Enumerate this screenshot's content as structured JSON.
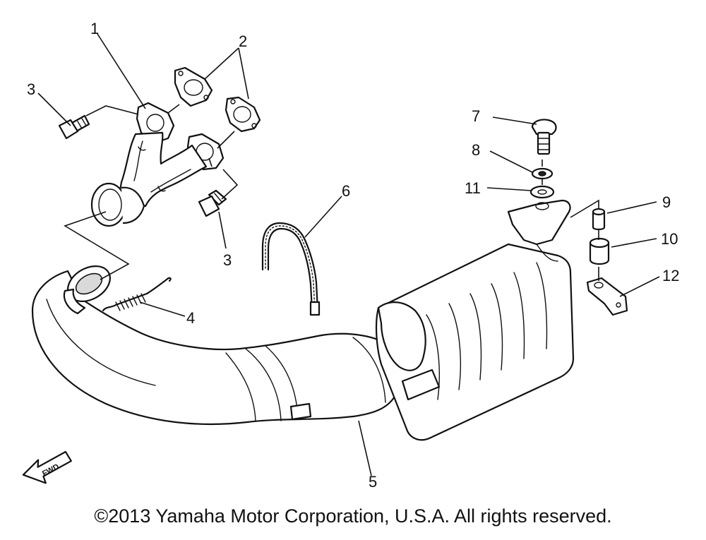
{
  "callouts": {
    "c1": "1",
    "c2": "2",
    "c3a": "3",
    "c3b": "3",
    "c4": "4",
    "c5": "5",
    "c6": "6",
    "c7": "7",
    "c8": "8",
    "c9": "9",
    "c10": "10",
    "c11": "11",
    "c12": "12"
  },
  "fwd_label": "FWD",
  "copyright": "©2013 Yamaha Motor Corporation, U.S.A. All rights reserved."
}
